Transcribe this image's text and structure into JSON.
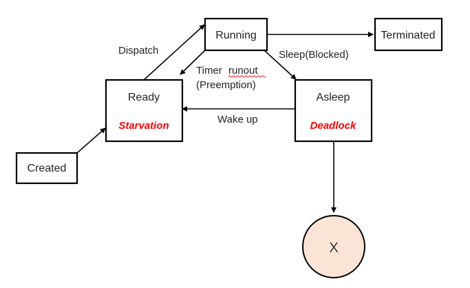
{
  "states": {
    "created": "Created",
    "ready": "Ready",
    "running": "Running",
    "asleep": "Asleep",
    "terminated": "Terminated",
    "exit": "X"
  },
  "problems": {
    "ready": "Starvation",
    "asleep": "Deadlock"
  },
  "transitions": {
    "dispatch": "Dispatch",
    "timer_runout_word1": "Timer",
    "timer_runout_word2": "runout",
    "preemption": "(Preemption)",
    "sleep": "Sleep(Blocked)",
    "wake_up": "Wake up"
  },
  "colors": {
    "problem_text": "#ff0000",
    "exit_circle_fill": "#fbe4d5",
    "box_stroke": "#000000"
  }
}
